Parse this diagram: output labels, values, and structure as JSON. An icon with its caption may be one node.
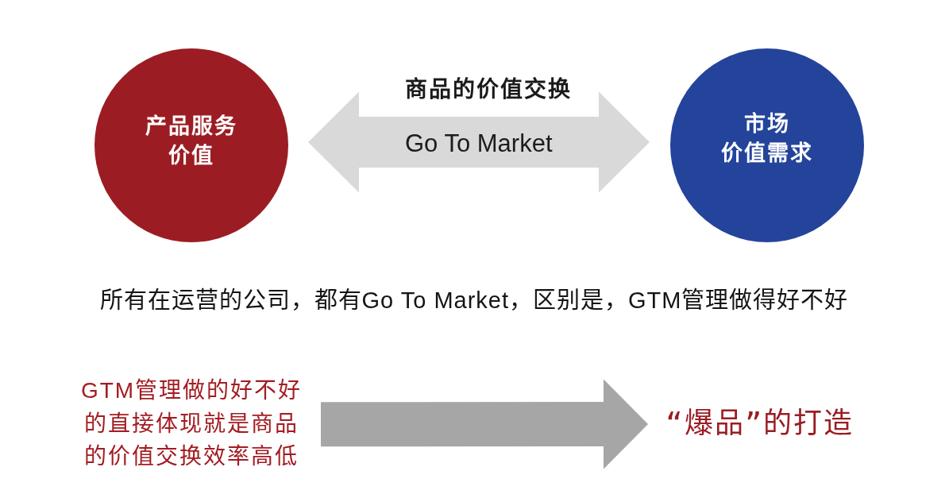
{
  "diagram": {
    "nodes": [
      {
        "text": [
          "产品服务价值"
        ]
      },
      {
        "text": [
          "市场价值需求"
        ]
      },
      {
        "text": [
          "GTM管理做的好不好的直接体现就是商品的价值交换效率高低"
        ]
      },
      {
        "text": [
          "“爆品”的打造"
        ]
      }
    ],
    "edges": [
      {
        "from": 0,
        "to": 1,
        "arrow": "both",
        "label": "Go To Market",
        "color": "#d9d9d9"
      },
      {
        "from": 2,
        "to": 3,
        "arrow": "to",
        "color": "#a6a6a6"
      }
    ],
    "labels": [
      "商品的价值交换",
      "所有在运营的公司，都有Go To Market，区别是，GTM管理做得好不好"
    ]
  }
}
